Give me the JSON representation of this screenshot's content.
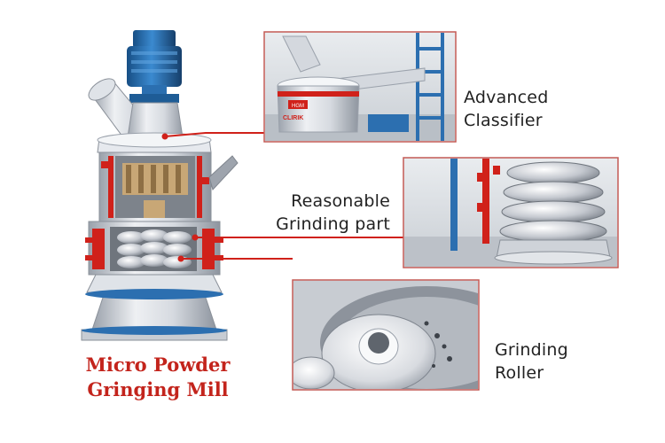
{
  "title": {
    "line1": "Micro Powder",
    "line2": "Gringing Mill"
  },
  "callouts": [
    {
      "id": "classifier",
      "lines": [
        "Advanced",
        "Classifier"
      ]
    },
    {
      "id": "grinding-part",
      "lines": [
        "Reasonable",
        "Grinding part"
      ]
    },
    {
      "id": "grinding-roller",
      "lines": [
        "Grinding",
        "Roller"
      ]
    }
  ],
  "inset_logo": [
    "HGM",
    "CLIRIK"
  ],
  "colors": {
    "accent": "#d0211a",
    "title": "#c3241c",
    "motor": "#1f6aa8",
    "steel": "#c9ced6",
    "ladder": "#2c6fb0"
  }
}
